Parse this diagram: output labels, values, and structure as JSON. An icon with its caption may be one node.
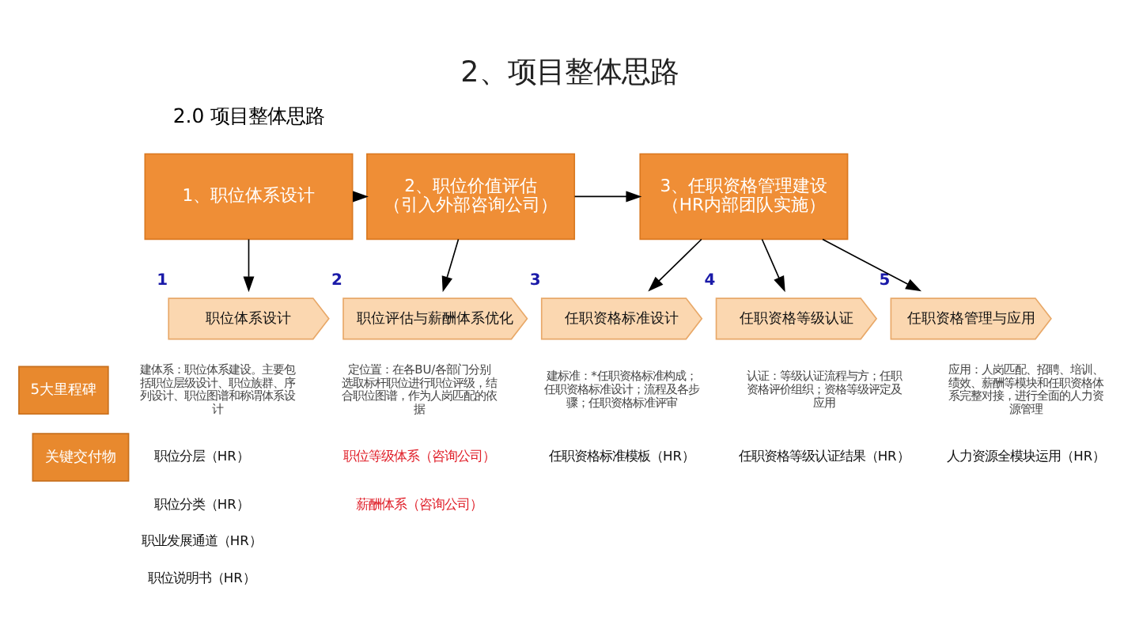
{
  "diagram": {
    "title": "2、项目整体思路",
    "nodes": [
      {
        "text": [
          "1、职位体系设计"
        ]
      },
      {
        "text": [
          "2、职位价值评估",
          "（引入外部咨询公司）"
        ]
      },
      {
        "text": [
          "3、任职资格管理建设",
          "（HR内部团队实施）"
        ]
      },
      {
        "text": [
          "职位体系设计"
        ],
        "beside": [
          "1",
          "建体系：职位体系建设。主要包括职位层级设计、职位族群、序列设计、职位图谱和称谓体系设计"
        ]
      },
      {
        "text": [
          "职位评估与薪酬体系优化"
        ],
        "beside": [
          "2",
          "定位置：在各BU/各部门分别选取标杆职位进行职位评级，结合职位图谱，作为人岗匹配的依据"
        ]
      },
      {
        "text": [
          "任职资格标准设计"
        ],
        "beside": [
          "3",
          "建标准：*任职资格标准构成；任职资格标准设计；流程及各步骤；任职资格标准评审"
        ]
      },
      {
        "text": [
          "任职资格等级认证"
        ],
        "beside": [
          "4",
          "认证：等级认证流程与方；任职资格评价组织；资格等级评定及应用"
        ]
      },
      {
        "text": [
          "任职资格管理与应用"
        ],
        "beside": [
          "5",
          "应用：人岗匹配、招聘、培训、绩效、薪酬等模块和任职资格体系完整对接，进行全面的人力资源管理"
        ]
      },
      {
        "text": [
          "5大里程碑"
        ]
      },
      {
        "text": [
          "关键交付物"
        ]
      }
    ],
    "edges": [
      {
        "from": 0,
        "to": 1,
        "arrow": "to"
      },
      {
        "from": 1,
        "to": 2,
        "arrow": "to"
      },
      {
        "from": 0,
        "to": 3,
        "arrow": "to"
      },
      {
        "from": 1,
        "to": 4,
        "arrow": "to"
      },
      {
        "from": 2,
        "to": 5,
        "arrow": "to"
      },
      {
        "from": 2,
        "to": 6,
        "arrow": "to"
      },
      {
        "from": 2,
        "to": 7,
        "arrow": "to"
      }
    ],
    "labels": [
      "2.0 项目整体思路",
      "职位分层（HR）",
      "职位分类（HR）",
      "职业发展通道（HR）",
      "职位说明书（HR）",
      "职位等级体系（咨询公司）",
      "薪酬体系（咨询公司）",
      "任职资格标准模板（HR）",
      "任职资格等级认证结果（HR）",
      "人力资源全模块运用（HR）"
    ]
  }
}
